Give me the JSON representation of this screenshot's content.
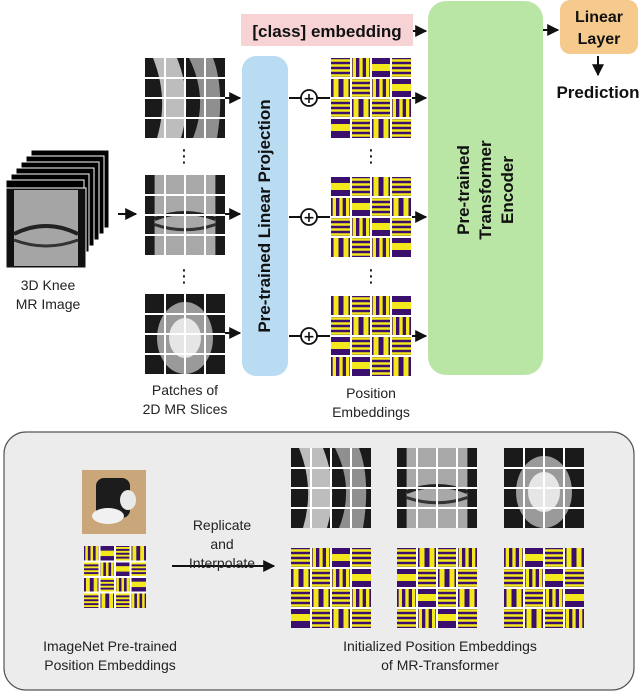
{
  "title_labels": {
    "class_embedding": "[class] embedding",
    "linear_layer": [
      "Linear",
      "Layer"
    ],
    "prediction": "Prediction",
    "linear_projection": "Pre-trained Linear Projection",
    "transformer_encoder": [
      "Pre-trained",
      "Transformer",
      "Encoder"
    ]
  },
  "input": {
    "caption": [
      "3D Knee",
      "MR Image"
    ]
  },
  "patches": {
    "caption": [
      "Patches of",
      "2D MR Slices"
    ],
    "ellipsis": "⋮"
  },
  "position_embeddings": {
    "caption": [
      "Position",
      "Embeddings"
    ],
    "plus_symbol": "+"
  },
  "bottom_panel": {
    "imagenet_caption": [
      "ImageNet Pre-trained",
      "Position Embeddings"
    ],
    "operation": [
      "Replicate",
      "and",
      "Interpolate"
    ],
    "initialized_caption": [
      "Initialized Position Embeddings",
      "of MR-Transformer"
    ]
  },
  "colors": {
    "embedding_purple": "#3b0f6e",
    "embedding_yellow": "#f2e81c",
    "class_box": "#f7d3d6",
    "projection_box": "#b9dcf3",
    "encoder_box": "#b9e6a4",
    "linear_box": "#f6c98c",
    "panel_bg": "#ececec"
  }
}
